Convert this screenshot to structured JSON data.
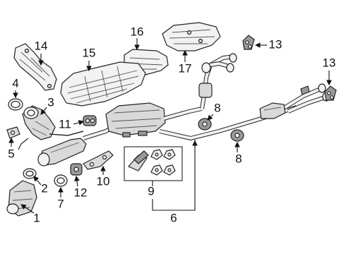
{
  "diagram": {
    "callouts": [
      "1",
      "2",
      "3",
      "4",
      "5",
      "6",
      "7",
      "8",
      "8",
      "9",
      "10",
      "11",
      "12",
      "13",
      "13",
      "14",
      "15",
      "16",
      "17"
    ]
  }
}
